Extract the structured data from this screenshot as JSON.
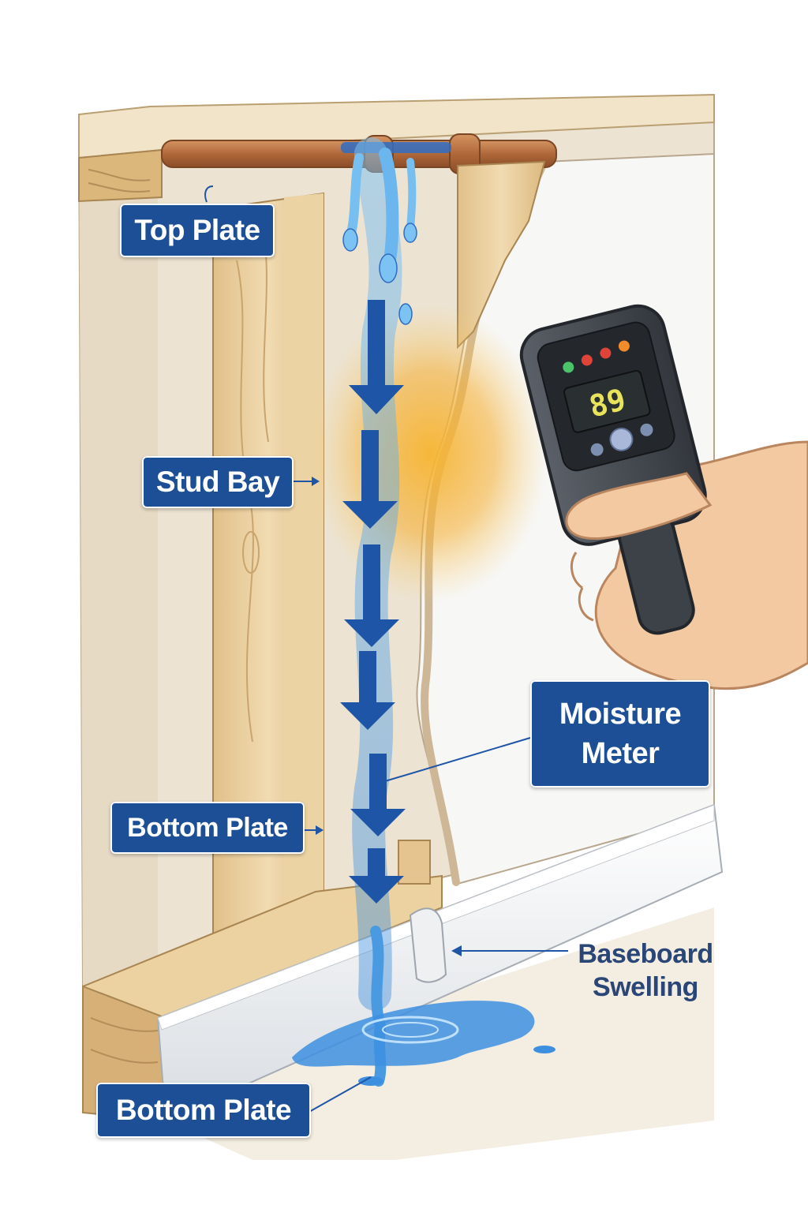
{
  "labels": {
    "top_plate": "Top Plate",
    "stud_bay": "Stud Bay",
    "bottom_plate_mid": "Bottom Plate",
    "moisture_meter_line1": "Moisture",
    "moisture_meter_line2": "Meter",
    "baseboard_line1": "Baseboard",
    "baseboard_line2": "Swelling",
    "bottom_plate_low": "Bottom Plate"
  },
  "meter": {
    "reading": "89",
    "indicator_colors": [
      "#4cc26b",
      "#e0433a",
      "#e0433a",
      "#f08c2a"
    ]
  },
  "colors": {
    "label_bg": "#1d4f96",
    "water": "#3a8fe0",
    "flow_arrow": "#1f55a6",
    "damp_glow": "#f5a623",
    "wood": "#e8cfa0",
    "pipe": "#b8733c"
  }
}
